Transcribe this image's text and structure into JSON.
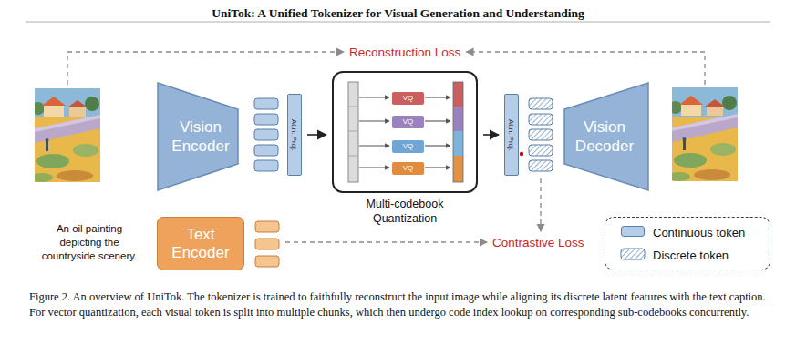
{
  "diagram": {
    "title": "UniTok: A Unified Tokenizer for Visual Generation and Understanding",
    "caption": "Figure 2. An overview of UniTok. The tokenizer is trained to faithfully reconstruct the input image while aligning its discrete latent features with the text caption. For vector quantization, each visual token is split into multiple chunks, which then undergo code index lookup on corresponding sub-codebooks concurrently.",
    "nodes": [
      {
        "text": [
          "Vision Encoder"
        ]
      },
      {
        "text": [
          "Attn. Proj."
        ]
      },
      {
        "text": [
          "Multi-codebook Quantization"
        ]
      },
      {
        "text": [
          "VQ"
        ],
        "in": 2
      },
      {
        "text": [
          "VQ"
        ],
        "in": 2
      },
      {
        "text": [
          "VQ"
        ],
        "in": 2
      },
      {
        "text": [
          "VQ"
        ],
        "in": 2
      },
      {
        "text": [
          "Attn. Proj."
        ]
      },
      {
        "text": [
          "Vision Decoder"
        ]
      },
      {
        "text": [
          "Text Encoder"
        ]
      },
      {
        "text": [
          "Reconstruction Loss"
        ]
      },
      {
        "text": [
          "Contrastive Loss"
        ]
      }
    ],
    "edges": [
      {
        "from": 1,
        "to": 2,
        "arrow": "to"
      },
      {
        "from": 2,
        "to": 7,
        "arrow": "to"
      }
    ],
    "labels": [
      "An oil painting depicting the countryside scenery."
    ],
    "legend": [
      {
        "text": "Continuous token",
        "color": "#b5cde6"
      },
      {
        "text": "Discrete token"
      }
    ]
  }
}
